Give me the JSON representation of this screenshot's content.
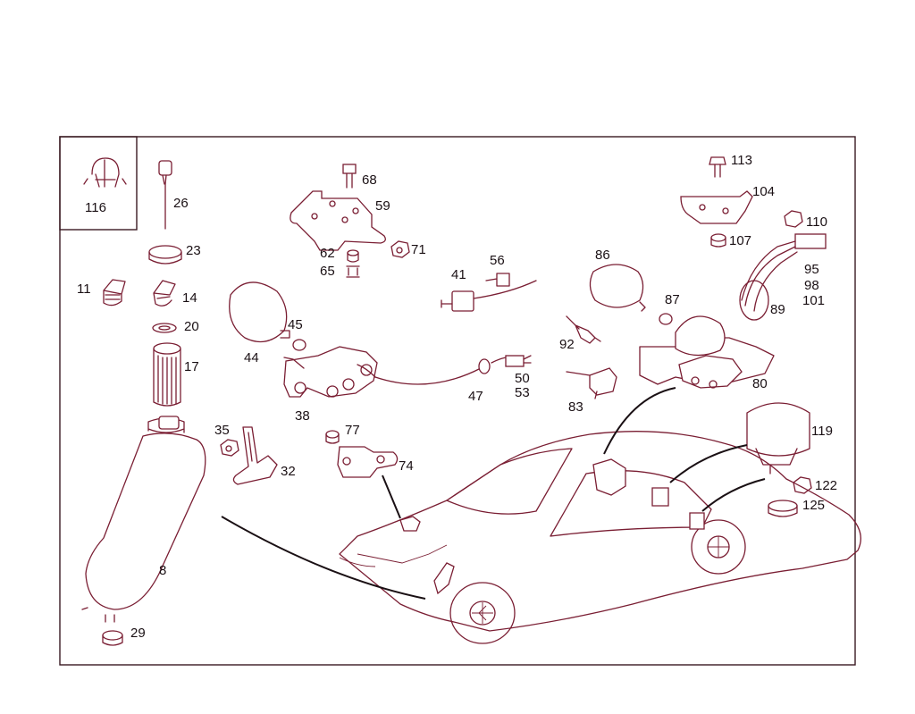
{
  "colors": {
    "line": "#7a1e33",
    "text": "#1a1014",
    "frame": "#3a1a22"
  },
  "labels": {
    "l116": "116",
    "l26": "26",
    "l23": "23",
    "l11": "11",
    "l14": "14",
    "l20": "20",
    "l17": "17",
    "l35": "35",
    "l32": "32",
    "l8": "8",
    "l29": "29",
    "l68": "68",
    "l59": "59",
    "l62": "62",
    "l65": "65",
    "l71": "71",
    "l45": "45",
    "l44": "44",
    "l38": "38",
    "l77": "77",
    "l74": "74",
    "l41": "41",
    "l56": "56",
    "l47": "47",
    "l50": "50",
    "l53": "53",
    "l86": "86",
    "l87": "87",
    "l92": "92",
    "l83": "83",
    "l80": "80",
    "l113": "113",
    "l104": "104",
    "l110": "110",
    "l107": "107",
    "l95": "95",
    "l98": "98",
    "l101": "101",
    "l89": "89",
    "l119": "119",
    "l122": "122",
    "l125": "125"
  }
}
